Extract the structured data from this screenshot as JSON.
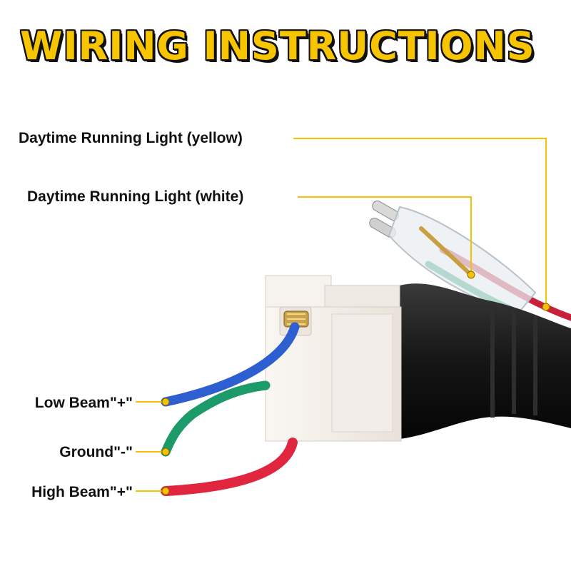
{
  "title": "WIRING INSTRUCTIONS",
  "labels": {
    "drl_yellow": "Daytime Running Light (yellow)",
    "drl_white": "Daytime Running Light (white)",
    "low_beam": "Low Beam\"+\"",
    "ground": "Ground\"-\"",
    "high_beam": "High Beam\"+\""
  },
  "colors": {
    "title": "#f7c400",
    "leader_line": "#f5c100",
    "wire_blue": "#2d5fd0",
    "wire_green": "#1c9a6a",
    "wire_red": "#e0263e",
    "connector_housing": "#f3eee8",
    "rubber_boot": "#1a1a1a"
  }
}
